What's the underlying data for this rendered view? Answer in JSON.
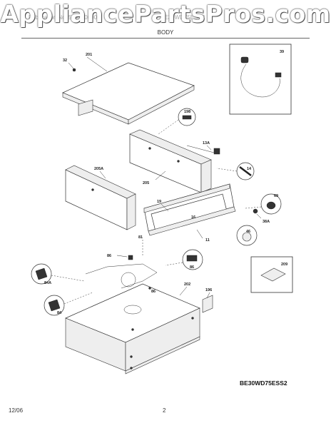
{
  "watermark": "AppliancePartsPros.com",
  "header": {
    "left_text": "Publication No. 5995400000",
    "right_text": "BE30WD75ESS2",
    "section_title": "BODY"
  },
  "model_number": "BE30WD75ESS2",
  "footer": {
    "date": "12/06",
    "page": "2"
  },
  "parts": {
    "p201": "201",
    "p32": "32",
    "p39": "39",
    "p198": "198",
    "p13A": "13A",
    "p14": "14",
    "p205A": "205A",
    "p205": "205",
    "p19": "19",
    "p16": "16",
    "p69": "69",
    "p46": "46",
    "p38A": "38A",
    "p81": "81",
    "p11": "11",
    "p86a": "86",
    "p86b": "86",
    "p86c": "86",
    "p84A": "84A",
    "p84": "84",
    "p202": "202",
    "p196": "196",
    "p209": "209"
  }
}
